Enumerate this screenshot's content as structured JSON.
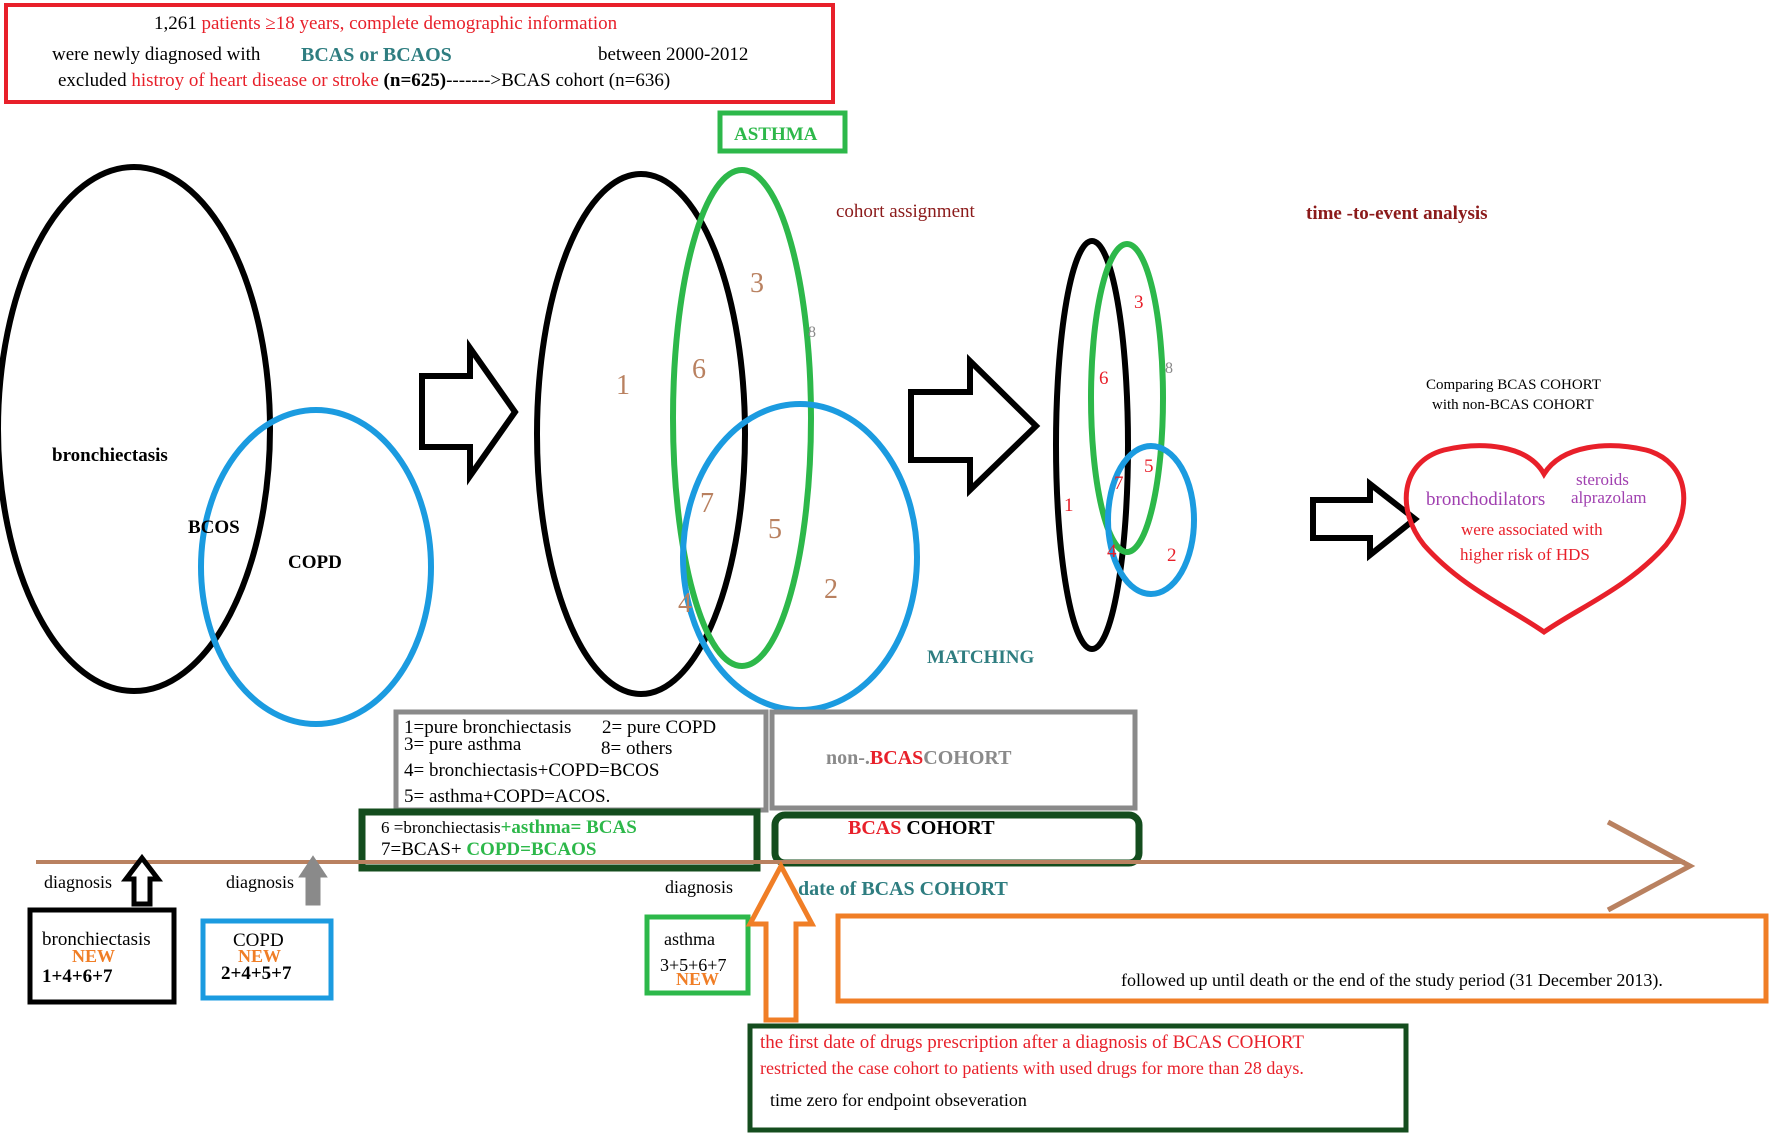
{
  "header": {
    "line1_count": "1,261",
    "line1_rest": "patients ≥18 years, complete demographic information",
    "line2_pre": "were newly diagnosed with",
    "line2_dx": "BCAS or BCAOS",
    "line2_period": "between 2000-2012",
    "line3_pre": "excluded",
    "line3_hist": "histroy of heart disease or stroke",
    "line3_n": "(n=625)",
    "line3_post": "------->BCAS cohort (n=636)"
  },
  "venn1": {
    "bronchiectasis": "bronchiectasis",
    "bcos": "BCOS",
    "copd": "COPD"
  },
  "venn2": {
    "asthma_label": "ASTHMA",
    "cohort_assignment": "cohort assignment",
    "regions": [
      "1",
      "2",
      "3",
      "4",
      "5",
      "6",
      "7"
    ],
    "others_mark": "8",
    "matching": "MATCHING"
  },
  "venn3": {
    "time_to_event": "time -to-event analysis",
    "regions": [
      "1",
      "2",
      "3",
      "4",
      "5",
      "6",
      "7"
    ],
    "others_mark": "8"
  },
  "result": {
    "comparing_line1": "Comparing BCAS COHORT",
    "comparing_line2": "with non-BCAS COHORT",
    "steroids": "steroids",
    "bronchodilators": "bronchodilators",
    "alprazolam": "alprazolam",
    "assoc_line1": "were associated with",
    "assoc_line2": "higher risk of HDS"
  },
  "legend": {
    "l1a": "1=pure bronchiectasis",
    "l1b": "2= pure COPD",
    "l2a": "3= pure asthma",
    "l2b": "8= others",
    "l3": "4= bronchiectasis+COPD=BCOS",
    "l4": "5= asthma+COPD=ACOS.",
    "l5a": "6 =bronchiectasis",
    "l5b": "+asthma= BCAS",
    "l6a": "7=BCAS+",
    "l6b": "COPD=",
    "l6c": "BCAOS"
  },
  "cohorts": {
    "non_prefix": "non-.",
    "bcas": "BCAS",
    "cohort": "COHORT"
  },
  "timeline": {
    "diagnosis1": "diagnosis",
    "diagnosis2": "diagnosis",
    "diagnosis3": "diagnosis",
    "bcas_date": "date of BCAS COHORT",
    "box_bronch": "bronchiectasis",
    "box_bronch_new": "NEW",
    "box_bronch_sum": "1+4+6+7",
    "box_copd": "COPD",
    "box_copd_new": "NEW",
    "box_copd_sum": "2+4+5+7",
    "box_asthma": "asthma",
    "box_asthma_sum": "3+5+6+7",
    "box_asthma_new": "NEW",
    "followup": "followed up until death or the end of the study period (31 December 2013).",
    "drug_line1": "the first date of drugs prescription after a diagnosis of BCAS COHORT",
    "drug_line2": "restricted the case cohort to patients with used drugs for more than 28 days.",
    "drug_line3": "time zero for endpoint obseveration"
  },
  "colors": {
    "red": "#e8202a",
    "blue": "#1b9be0",
    "green": "#2db84a",
    "dark_green": "#144d1e",
    "teal": "#2e7d80",
    "brown": "#b98160",
    "orange": "#f07e26",
    "purple": "#a040b0",
    "maroon": "#8b1a1a",
    "gray": "#8a8a8a"
  }
}
